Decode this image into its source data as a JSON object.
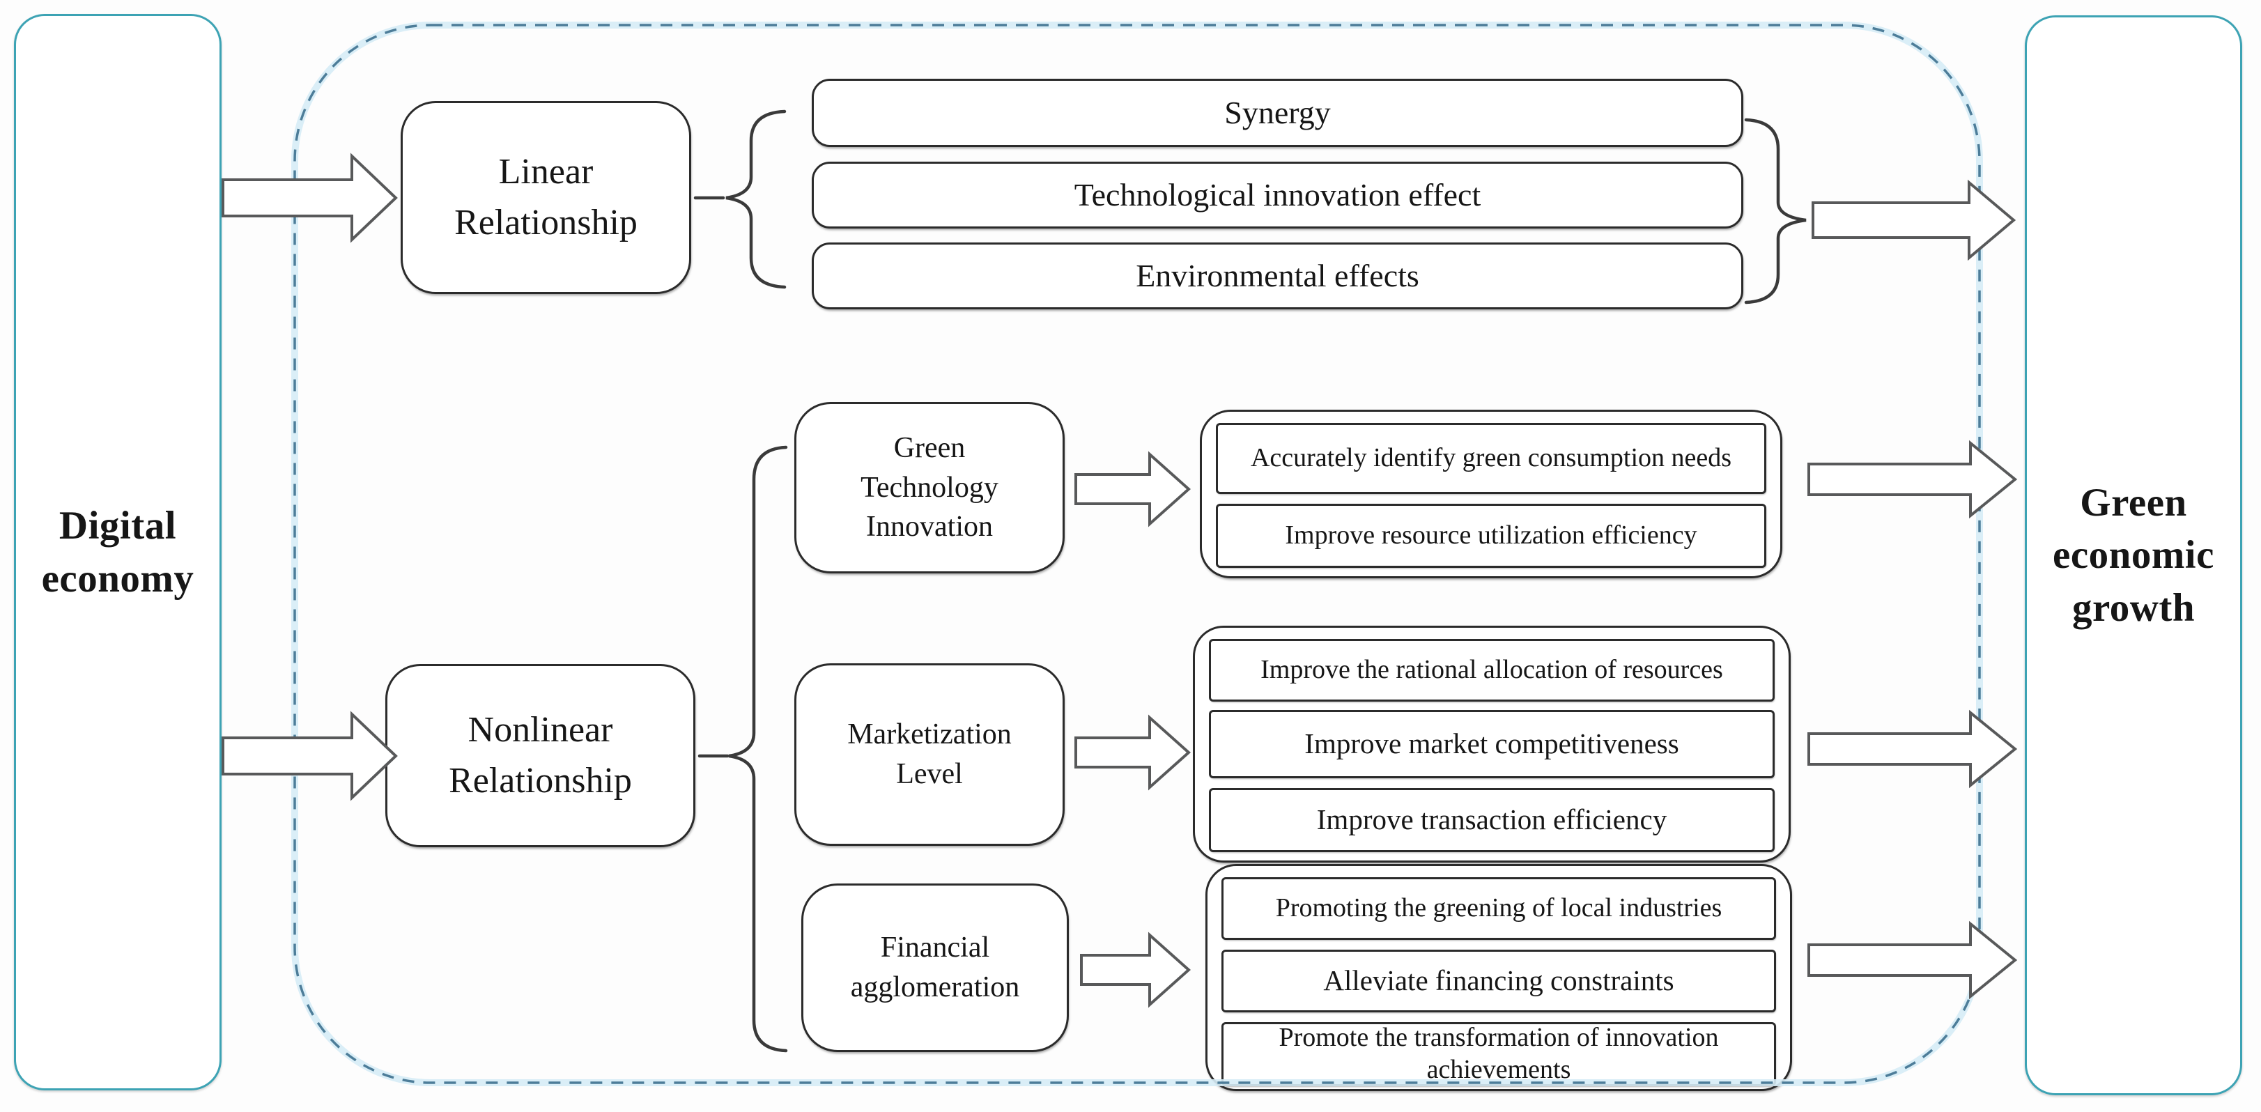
{
  "palette": {
    "node_border": "#3da3b4",
    "box_border": "#2b2b2b",
    "dashed_boundary": "#4d7d99",
    "dashed_halo": "#d6ecf6",
    "arrow_outline": "#58595a",
    "text": "#161616"
  },
  "source_node": {
    "label": "Digital economy"
  },
  "target_node": {
    "label": "Green economic growth"
  },
  "linear_branch": {
    "label": "Linear Relationship",
    "effects": [
      "Synergy",
      "Technological innovation effect",
      "Environmental effects"
    ]
  },
  "nonlinear_branch": {
    "label": "Nonlinear Relationship",
    "mechanisms": [
      {
        "label": "Green Technology Innovation",
        "outcomes": [
          "Accurately identify green consumption needs",
          "Improve resource utilization efficiency"
        ]
      },
      {
        "label": "Marketization Level",
        "outcomes": [
          "Improve the rational allocation of resources",
          "Improve market competitiveness",
          "Improve transaction efficiency"
        ]
      },
      {
        "label": "Financial agglomeration",
        "outcomes": [
          "Promoting the greening of local industries",
          "Alleviate financing constraints",
          "Promote the transformation of innovation achievements"
        ]
      }
    ]
  }
}
